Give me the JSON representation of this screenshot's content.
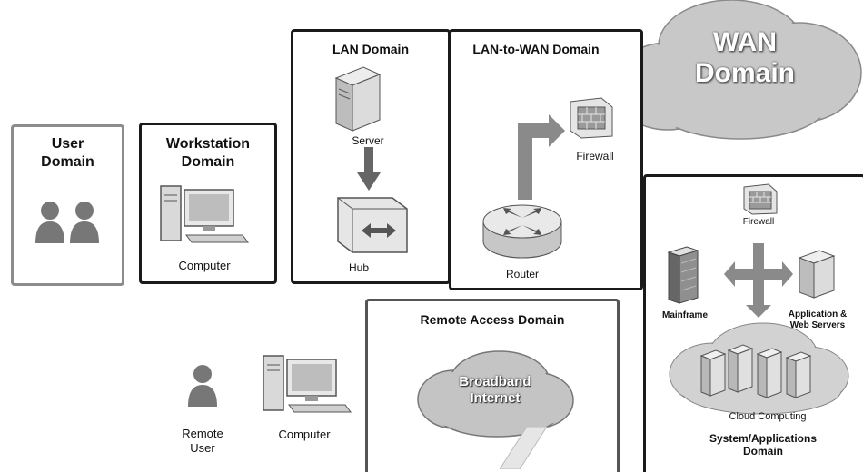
{
  "domains": {
    "user": {
      "title_line1": "User",
      "title_line2": "Domain"
    },
    "workstation": {
      "title_line1": "Workstation",
      "title_line2": "Domain",
      "computer_label": "Computer"
    },
    "lan": {
      "title": "LAN Domain",
      "server_label": "Server",
      "hub_label": "Hub"
    },
    "lan_to_wan": {
      "title": "LAN-to-WAN Domain",
      "firewall_label": "Firewall",
      "router_label": "Router"
    },
    "wan": {
      "title_line1": "WAN",
      "title_line2": "Domain"
    },
    "remote_access": {
      "title": "Remote Access Domain",
      "cloud_line1": "Broadband",
      "cloud_line2": "Internet"
    },
    "remote": {
      "user_line1": "Remote",
      "user_line2": "User",
      "computer_label": "Computer"
    },
    "system_apps": {
      "firewall_label": "Firewall",
      "mainframe_label": "Mainframe",
      "servers_line1": "Application &",
      "servers_line2": "Web Servers",
      "cloud_label": "Cloud Computing",
      "title_line1": "System/Applications",
      "title_line2": "Domain"
    }
  },
  "colors": {
    "border_dark": "#1a1a1a",
    "border_gray": "#8c8c8c",
    "cloud": "#c9c9c9",
    "arrow": "#8a8a8a",
    "icon": "#7a7a7a"
  }
}
